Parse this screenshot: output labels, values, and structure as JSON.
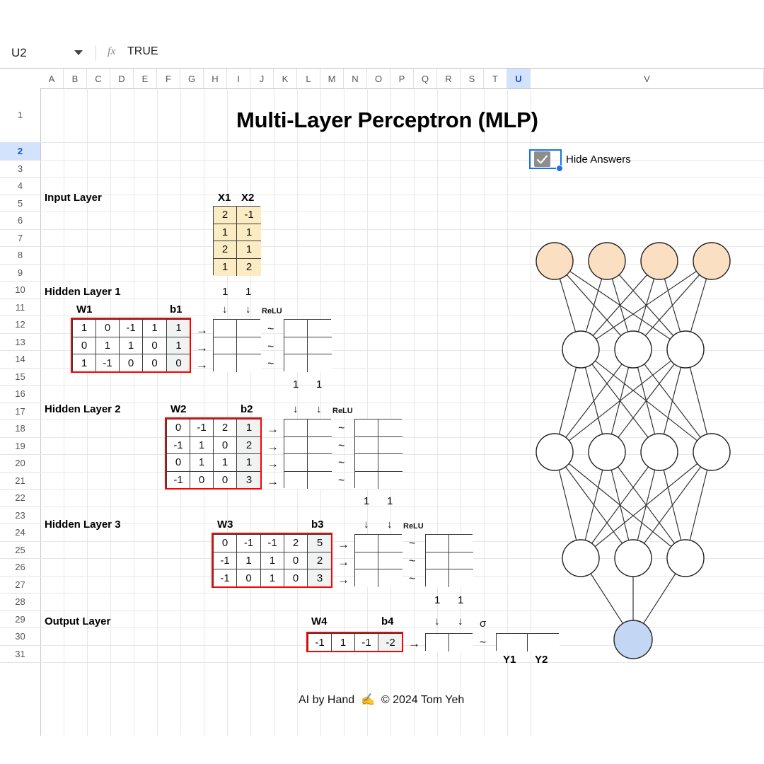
{
  "app": {
    "namebox_value": "U2",
    "fx_label": "fx",
    "formula_value": "TRUE",
    "caret_icon": "chevron-down-icon"
  },
  "columns": [
    "A",
    "B",
    "C",
    "D",
    "E",
    "F",
    "G",
    "H",
    "I",
    "J",
    "K",
    "L",
    "M",
    "N",
    "O",
    "P",
    "Q",
    "R",
    "S",
    "T",
    "U",
    "V"
  ],
  "selected_column": "U",
  "rows": [
    "1",
    "2",
    "3",
    "4",
    "5",
    "6",
    "7",
    "8",
    "9",
    "10",
    "11",
    "12",
    "13",
    "14",
    "15",
    "16",
    "17",
    "18",
    "19",
    "20",
    "21",
    "22",
    "23",
    "24",
    "25",
    "26",
    "27",
    "28",
    "29",
    "30",
    "31"
  ],
  "selected_row": "2",
  "sheet": {
    "title": "Multi-Layer Perceptron (MLP)",
    "hide_answers_label": "Hide Answers",
    "hide_answers_checked": true,
    "footer": "AI by Hand ✍️ © 2024 Tom Yeh",
    "footer_text": "AI by Hand",
    "footer_copyright": "© 2024 Tom Yeh",
    "labels": {
      "input_layer": "Input Layer",
      "hidden_layer_1": "Hidden Layer 1",
      "hidden_layer_2": "Hidden Layer 2",
      "hidden_layer_3": "Hidden Layer 3",
      "output_layer": "Output Layer",
      "w1": "W1",
      "b1": "b1",
      "w2": "W2",
      "b2": "b2",
      "w3": "W3",
      "b3": "b3",
      "w4": "W4",
      "b4": "b4",
      "relu": "ReLU",
      "sigma": "σ",
      "tilde": "~",
      "arrow_right": "→",
      "arrow_down": "↓",
      "x1": "X1",
      "x2": "X2",
      "y1": "Y1",
      "y2": "Y2",
      "ones": [
        "1",
        "1"
      ]
    }
  },
  "chart_data": {
    "type": "table",
    "title": "Multi-Layer Perceptron (MLP)",
    "input": {
      "headers": [
        "X1",
        "X2"
      ],
      "rows": [
        [
          "2",
          "-1"
        ],
        [
          "1",
          "1"
        ],
        [
          "2",
          "1"
        ],
        [
          "1",
          "2"
        ]
      ],
      "bias_row": [
        "1",
        "1"
      ]
    },
    "layer1": {
      "name": "Hidden Layer 1",
      "weights_label": "W1",
      "bias_label": "b1",
      "weights": [
        [
          "1",
          "0",
          "-1",
          "1"
        ],
        [
          "0",
          "1",
          "1",
          "0"
        ],
        [
          "1",
          "-1",
          "0",
          "0"
        ]
      ],
      "bias": [
        "1",
        "1",
        "0"
      ],
      "pre_activation": [
        [
          "",
          ""
        ],
        [
          "",
          ""
        ],
        [
          "",
          ""
        ]
      ],
      "activation": [
        [
          "",
          ""
        ],
        [
          "",
          ""
        ],
        [
          "",
          ""
        ]
      ],
      "activation_fn": "ReLU",
      "bias_row": [
        "1",
        "1"
      ]
    },
    "layer2": {
      "name": "Hidden Layer 2",
      "weights_label": "W2",
      "bias_label": "b2",
      "weights": [
        [
          "0",
          "-1",
          "2"
        ],
        [
          "-1",
          "1",
          "0"
        ],
        [
          "0",
          "1",
          "1"
        ],
        [
          "-1",
          "0",
          "0"
        ]
      ],
      "bias": [
        "1",
        "2",
        "1",
        "3"
      ],
      "pre_activation": [
        [
          "",
          ""
        ],
        [
          "",
          ""
        ],
        [
          "",
          ""
        ],
        [
          "",
          ""
        ]
      ],
      "activation": [
        [
          "",
          ""
        ],
        [
          "",
          ""
        ],
        [
          "",
          ""
        ],
        [
          "",
          ""
        ]
      ],
      "activation_fn": "ReLU",
      "bias_row": [
        "1",
        "1"
      ]
    },
    "layer3": {
      "name": "Hidden Layer 3",
      "weights_label": "W3",
      "bias_label": "b3",
      "weights": [
        [
          "0",
          "-1",
          "-1",
          "2"
        ],
        [
          "-1",
          "1",
          "1",
          "0"
        ],
        [
          "-1",
          "0",
          "1",
          "0"
        ]
      ],
      "bias": [
        "5",
        "2",
        "3"
      ],
      "pre_activation": [
        [
          "",
          ""
        ],
        [
          "",
          ""
        ],
        [
          "",
          ""
        ]
      ],
      "activation": [
        [
          "",
          ""
        ],
        [
          "",
          ""
        ],
        [
          "",
          ""
        ]
      ],
      "activation_fn": "ReLU",
      "bias_row": [
        "1",
        "1"
      ]
    },
    "output": {
      "name": "Output Layer",
      "weights_label": "W4",
      "bias_label": "b4",
      "weights": [
        [
          "-1",
          "1",
          "-1"
        ]
      ],
      "bias": [
        "-2"
      ],
      "pre_activation": [
        [
          "",
          ""
        ]
      ],
      "activation": [
        [
          "",
          ""
        ]
      ],
      "activation_fn": "σ",
      "output_headers": [
        "Y1",
        "Y2"
      ]
    },
    "network": {
      "layer_sizes": [
        4,
        3,
        4,
        3,
        1
      ],
      "input_node_color": "#fbdfc2",
      "output_node_color": "#c3d7f5",
      "hidden_node_color": "#ffffff"
    }
  },
  "colors": {
    "selection_blue": "#1a73e8",
    "header_selected": "#d3e3fd",
    "matrix_border_red": "#ff0000",
    "input_fill": "#fcecc4",
    "bias_fill": "#f1f3f2",
    "node_input": "#fbdfc2",
    "node_output": "#c3d7f5"
  }
}
